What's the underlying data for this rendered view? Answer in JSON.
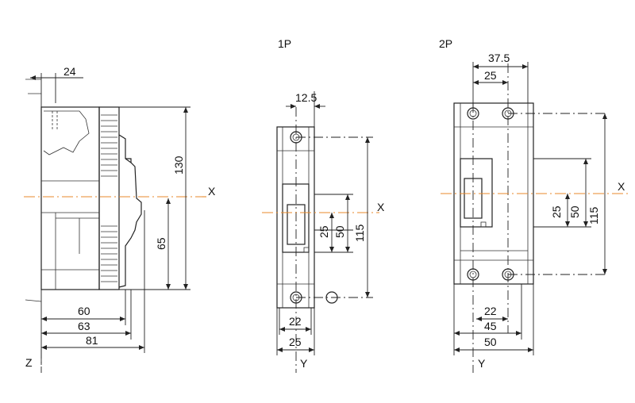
{
  "views": {
    "side": {
      "dims": {
        "top": "24",
        "height_130": "130",
        "height_65": "65",
        "w60": "60",
        "w63": "63",
        "w81": "81"
      },
      "axis_x": "X",
      "axis_z": "Z"
    },
    "p1": {
      "title": "1P",
      "dims": {
        "top": "12.5",
        "d25": "25",
        "d50": "50",
        "d115": "115",
        "w22": "22",
        "w25": "25"
      },
      "axis_x": "X",
      "axis_y": "Y"
    },
    "p2": {
      "title": "2P",
      "dims": {
        "top375": "37.5",
        "top25": "25",
        "d25": "25",
        "d50": "50",
        "d115": "115",
        "w22": "22",
        "w45": "45",
        "w50": "50"
      },
      "axis_x": "X",
      "axis_y": "Y"
    }
  },
  "colors": {
    "axis_line": "#e8892b",
    "outline": "#222222"
  }
}
